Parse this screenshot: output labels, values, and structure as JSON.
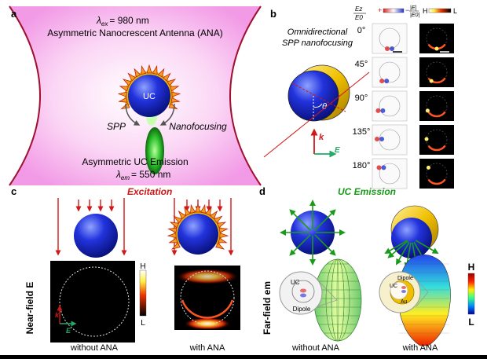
{
  "panels": {
    "a": {
      "letter": "a",
      "ex_prefix": "λ",
      "ex_sub": "ex",
      "ex_value": "= 980 nm",
      "title": "Asymmetric Nanocrescent Antenna (ANA)",
      "uc": "UC",
      "spp": "SPP",
      "nanofocusing": "Nanofocusing",
      "emission": "Asymmetric UC Emission",
      "em_prefix": "λ",
      "em_sub": "em",
      "em_value": "= 550 nm"
    },
    "b": {
      "letter": "b",
      "title_line1": "Omnidirectional",
      "title_line2": "SPP nanofocusing",
      "theta": "θ",
      "k": "k",
      "e": "E",
      "ez_num": "Ez",
      "ez_den": "E0",
      "e_num": "|E|",
      "e_den": "|E0|",
      "scale_plus": "+",
      "scale_minus": "−",
      "scale_h": "H",
      "scale_l": "L",
      "angles": [
        "0°",
        "45°",
        "90°",
        "135°",
        "180°"
      ]
    },
    "c": {
      "letter": "c",
      "excitation": "Excitation",
      "ylabel": "Near-field E",
      "h": "H",
      "l": "L",
      "k": "k",
      "e": "E",
      "left_caption": "without ANA",
      "right_caption": "with ANA"
    },
    "d": {
      "letter": "d",
      "title": "UC Emission",
      "ylabel": "Far-field em",
      "uc": "UC",
      "dipole": "Dipole",
      "au": "Au",
      "h": "H",
      "l": "L",
      "left_caption": "without ANA",
      "right_caption": "with ANA"
    }
  },
  "colors": {
    "excitation_red": "#d01818",
    "emission_green": "#1a9a1a",
    "sphere_blue": "#2233dd",
    "gold": "#e8b800"
  }
}
